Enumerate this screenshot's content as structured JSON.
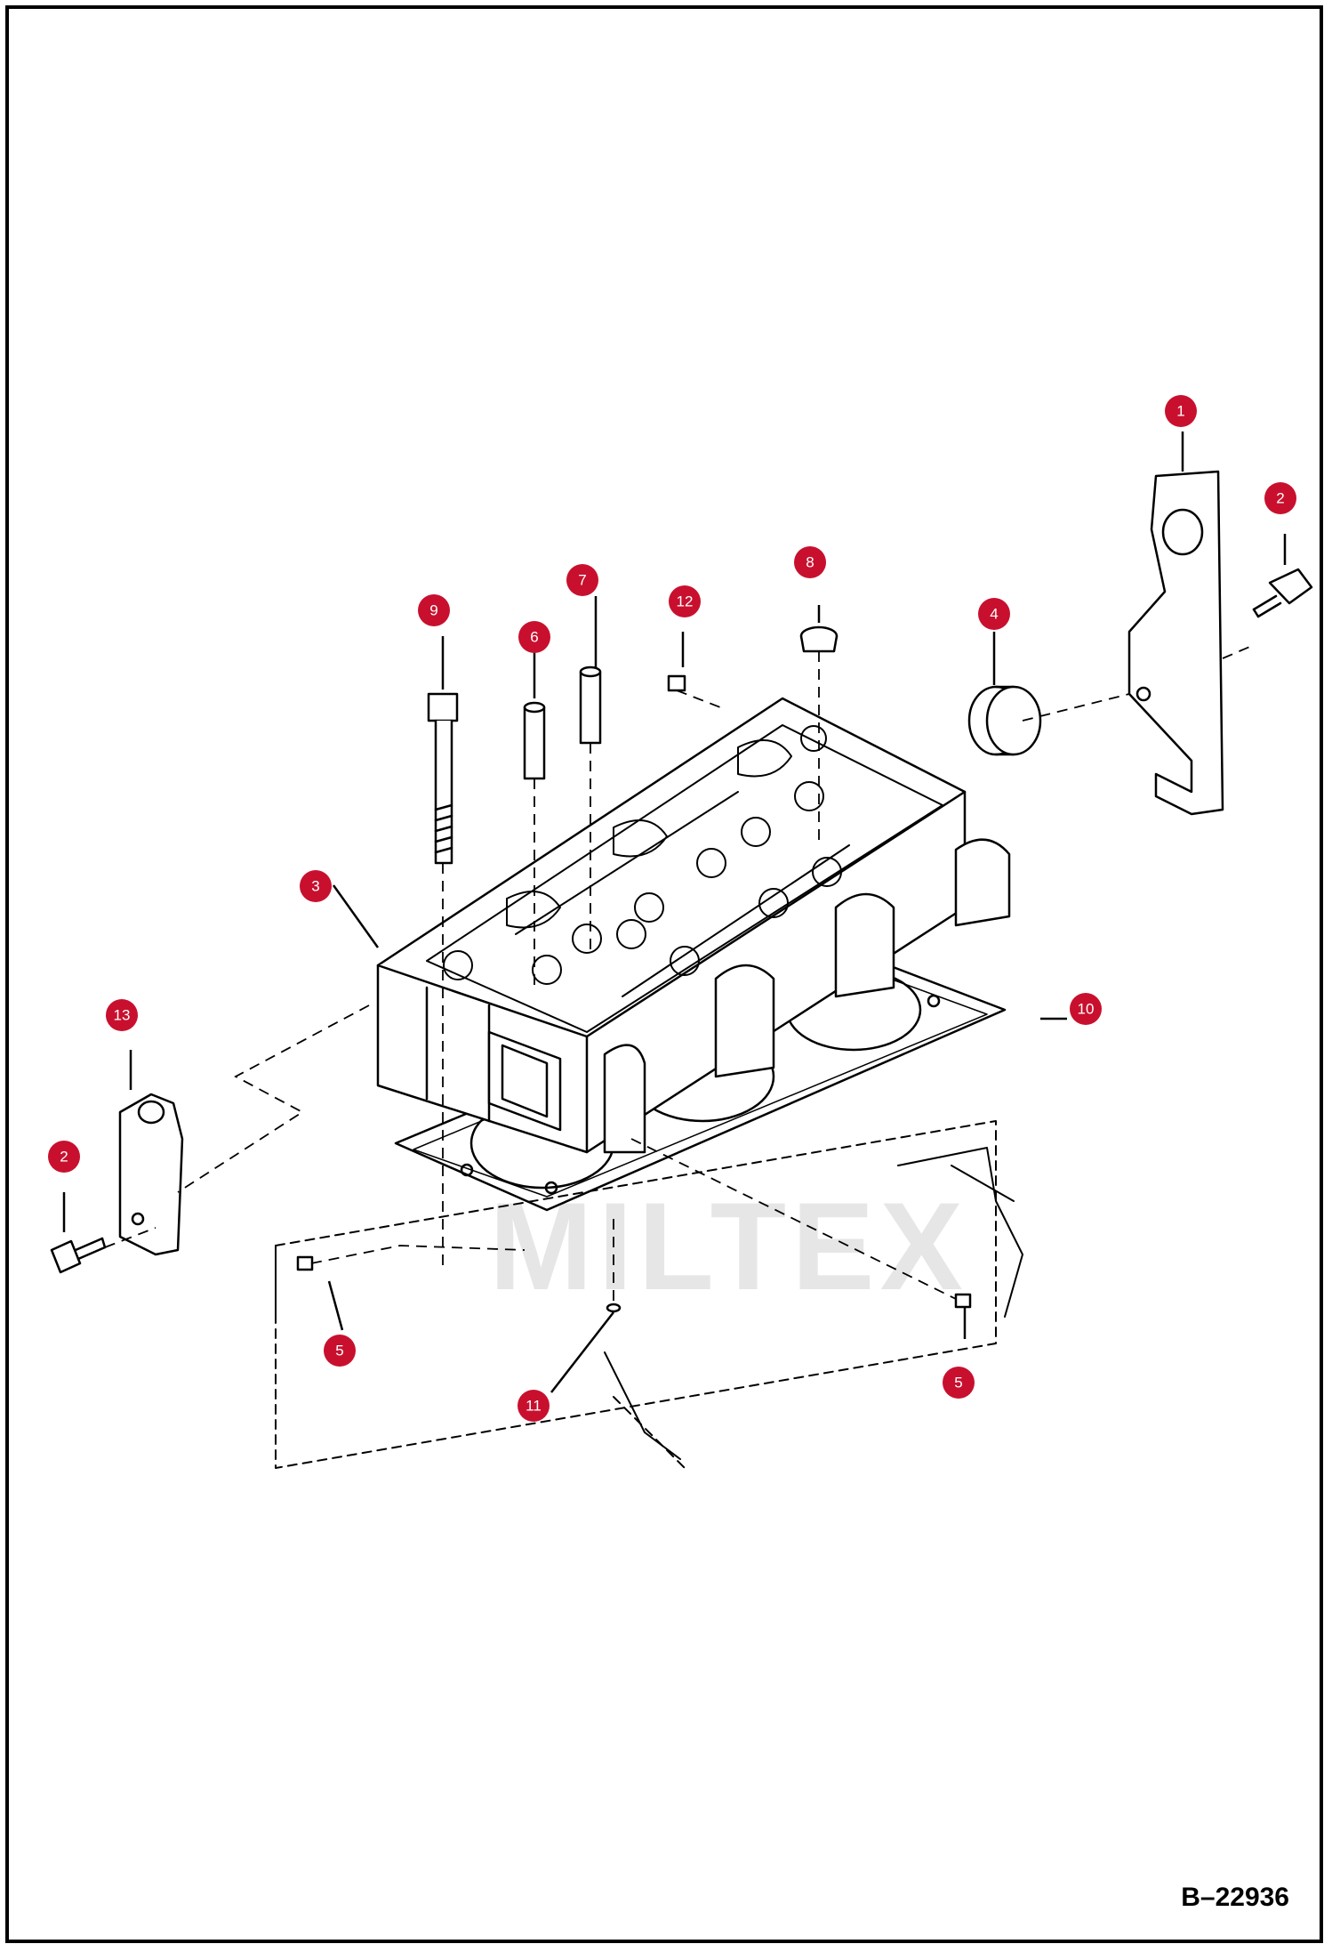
{
  "drawing_number": "B–22936",
  "watermark_text": "MILTEX",
  "colors": {
    "callout": "#c8102e",
    "line": "#000000",
    "watermark": "#e6e6e6"
  },
  "callouts": [
    "1",
    "2",
    "2",
    "3",
    "4",
    "5",
    "5",
    "6",
    "7",
    "8",
    "9",
    "10",
    "11",
    "12",
    "13"
  ]
}
